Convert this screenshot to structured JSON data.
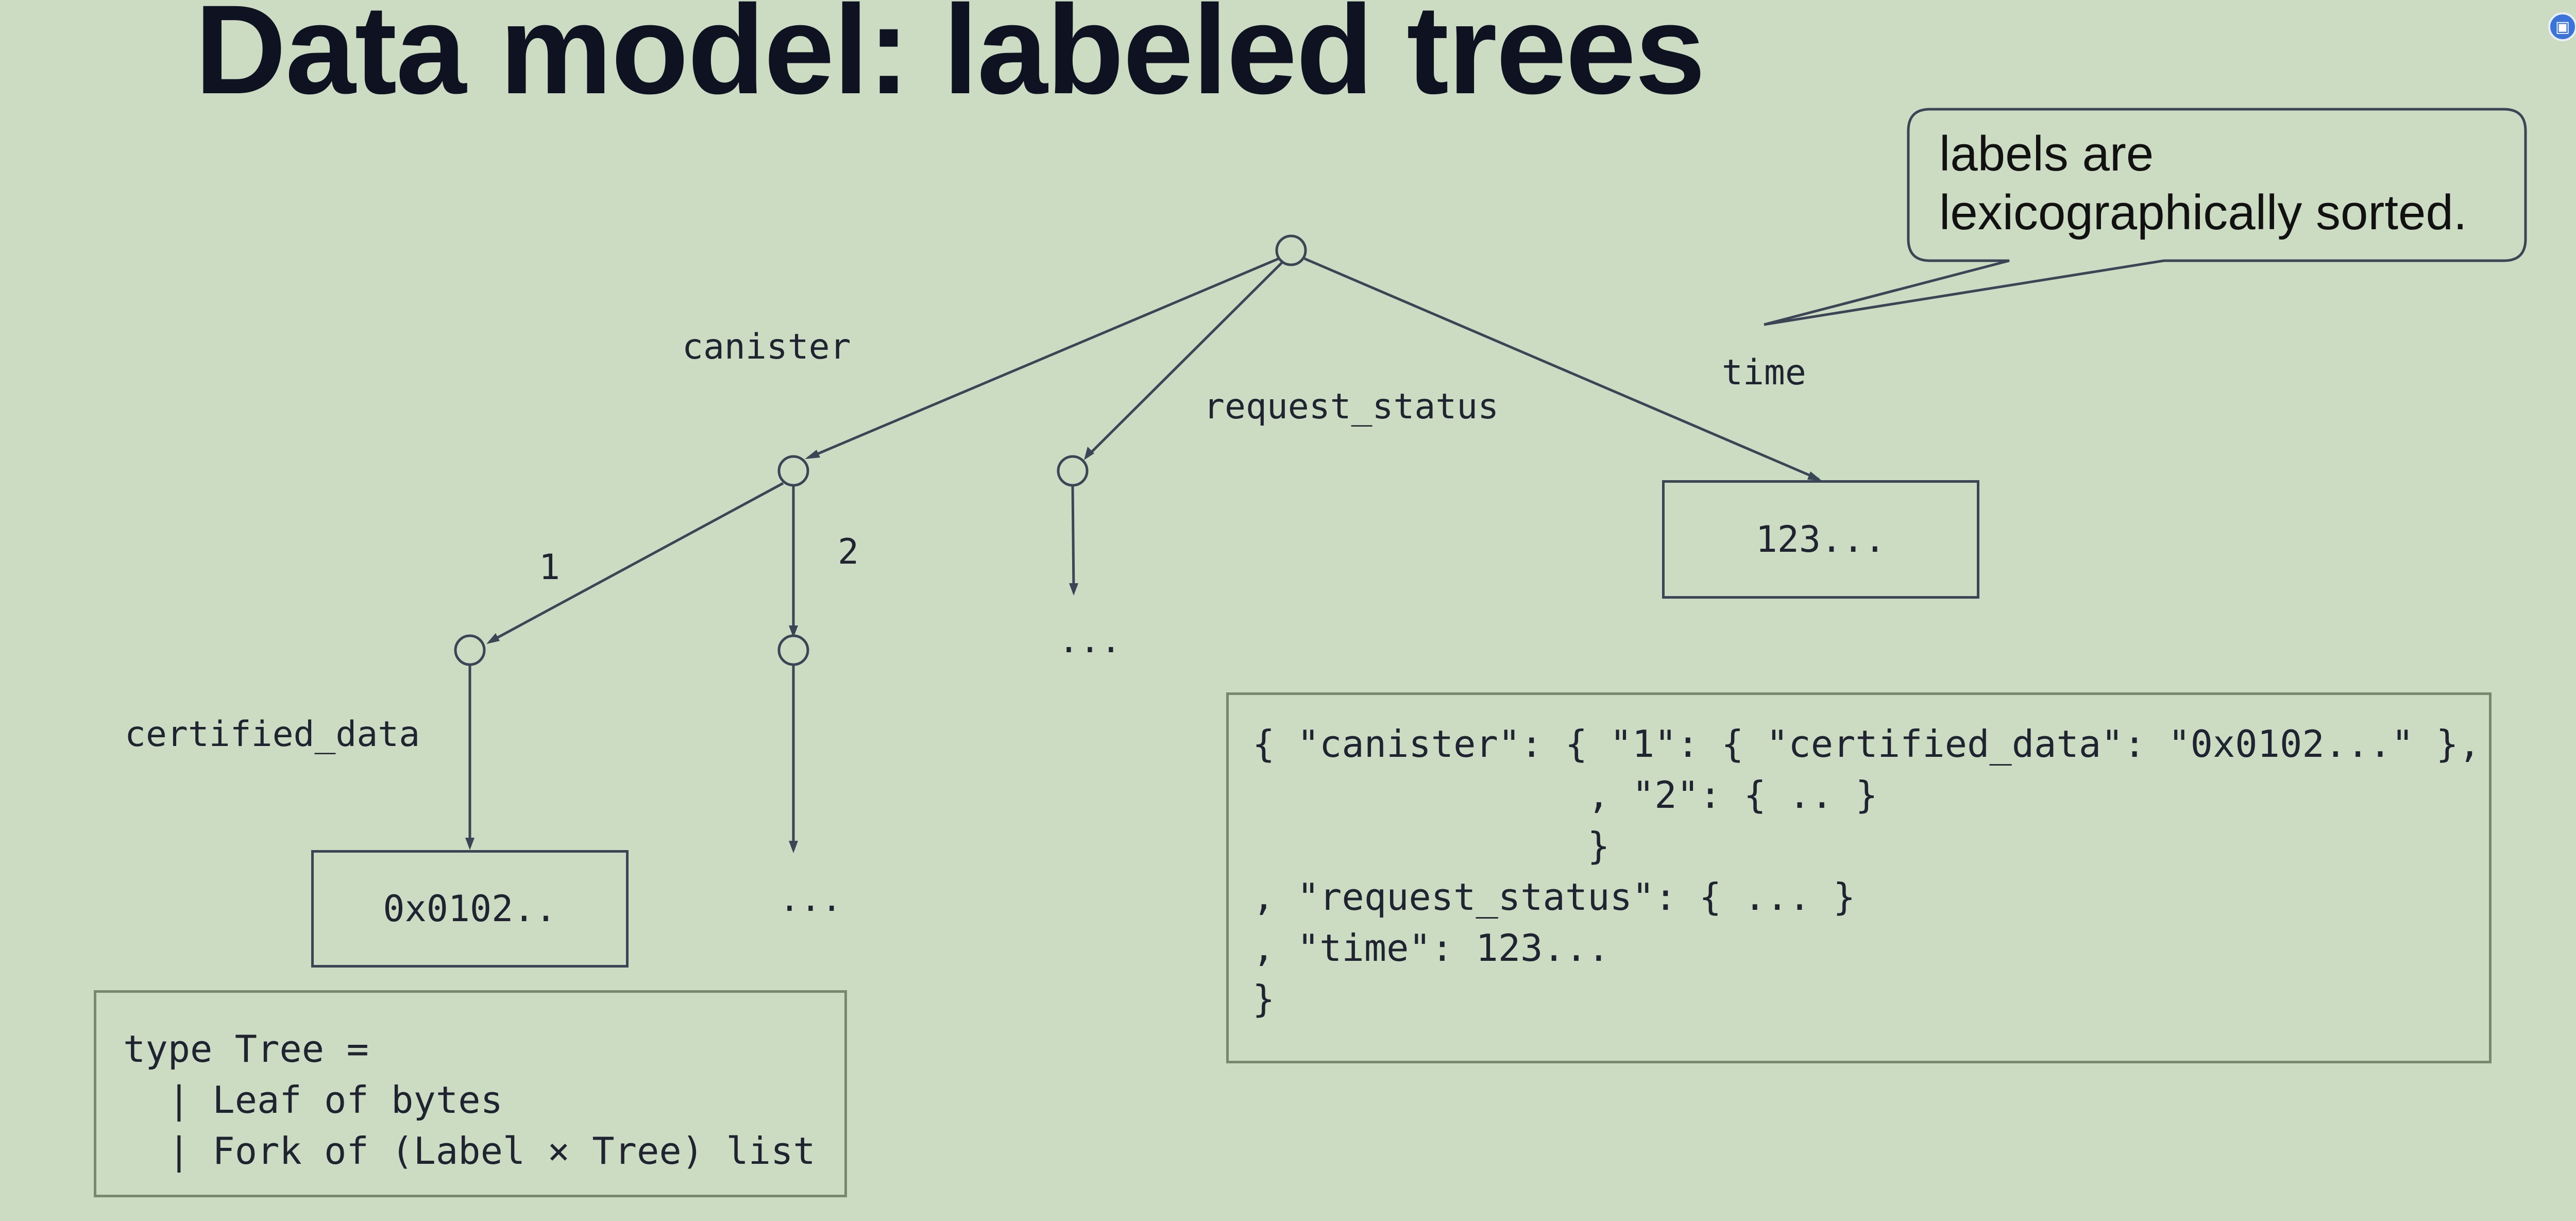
{
  "slide": {
    "title": "Data model: labeled trees",
    "callout": "labels are\nlexicographically sorted.",
    "edge_labels": {
      "canister": "canister",
      "request_status": "request_status",
      "time": "time",
      "one": "1",
      "two": "2",
      "certified_data": "certified_data"
    },
    "leaves": {
      "certified_value": "0x0102..",
      "time_value": "123...",
      "request_status_ellipsis": "...",
      "two_ellipsis": "..."
    },
    "code_json": "{ \"canister\": { \"1\": { \"certified_data\": \"0x0102...\" },\n               , \"2\": { .. }\n               }\n, \"request_status\": { ... }\n, \"time\": 123...\n}",
    "code_type": "type Tree =\n  | Leaf of bytes\n  | Fork of (Label × Tree) list"
  },
  "colors": {
    "background": "#ccdcc3",
    "stroke": "#3a4555",
    "code_box_border": "#778871",
    "title": "#0f1220"
  },
  "icons": {
    "corner": "presentation-icon"
  }
}
